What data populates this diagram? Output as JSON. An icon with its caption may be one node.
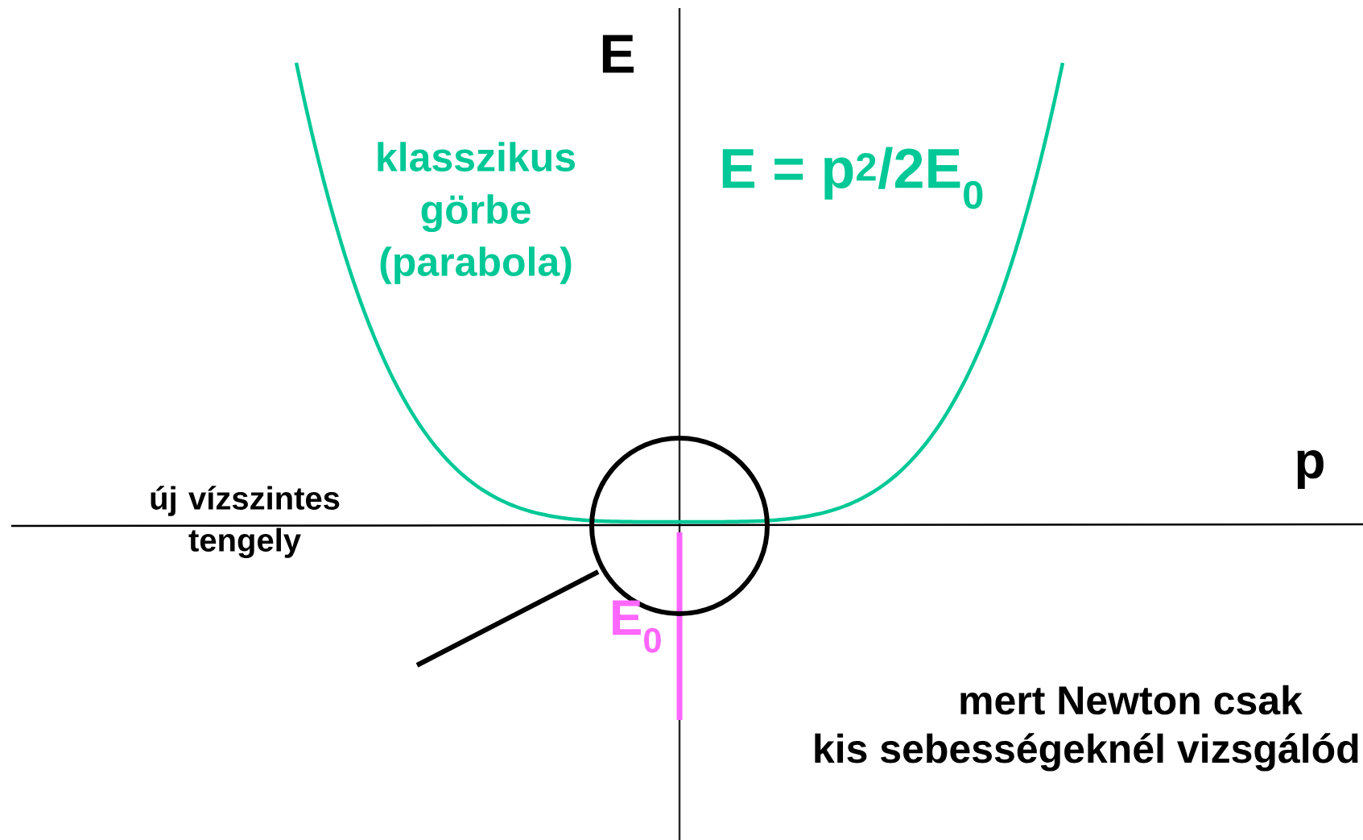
{
  "diagram": {
    "labels": [
      "E",
      "klasszikus görbe (parabola)",
      "E = p$^{2}$/2E$_{0}$",
      "p",
      "új vízszintes tengely",
      "E$_{0}$",
      "mert Newton csak",
      "kis sebességeknél vizsgálód"
    ]
  }
}
